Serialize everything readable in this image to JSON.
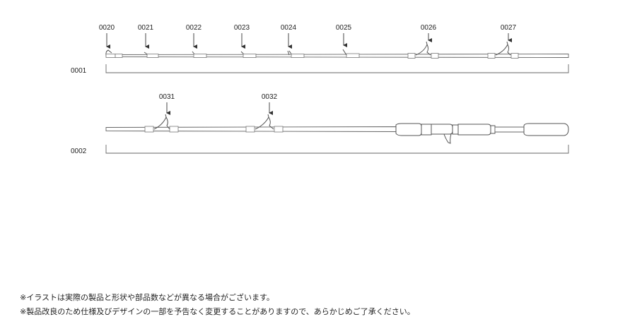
{
  "section_top": {
    "label": "0001",
    "callouts": [
      "0020",
      "0021",
      "0022",
      "0023",
      "0024",
      "0025",
      "0026",
      "0027"
    ]
  },
  "section_bottom": {
    "label": "0002",
    "callouts": [
      "0031",
      "0032"
    ]
  },
  "notes": [
    "※イラストは実際の製品と形状や部品数などが異なる場合がございます。",
    "※製品改良のため仕様及びデザインの一部を予告なく変更することがありますので、あらかじめご了承ください。"
  ]
}
